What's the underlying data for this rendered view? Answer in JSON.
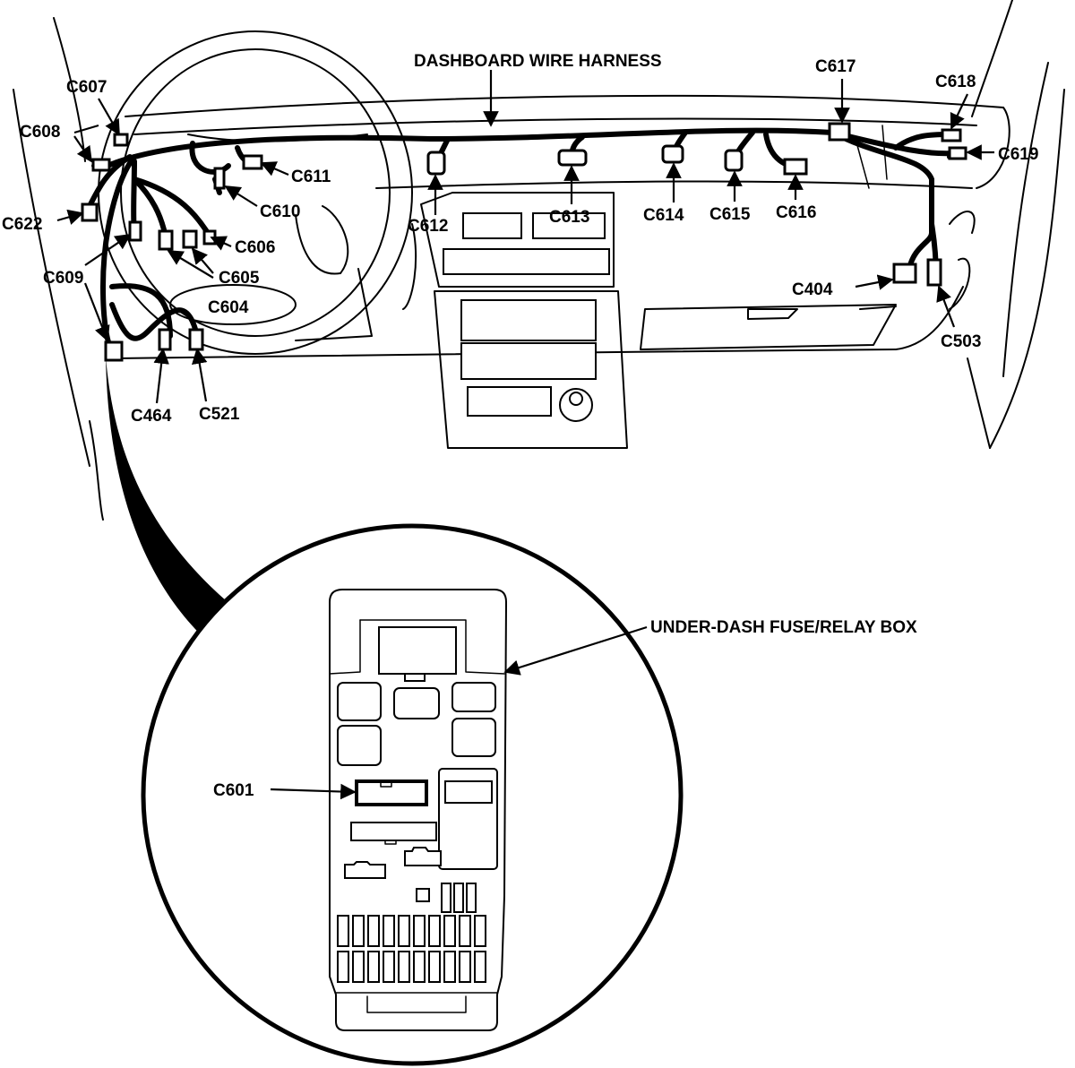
{
  "harness_label": "DASHBOARD WIRE HARNESS",
  "fuse_box_label": "UNDER-DASH FUSE/RELAY BOX",
  "connectors": {
    "c607": "C607",
    "c608": "C608",
    "c622": "C622",
    "c609": "C609",
    "c611": "C611",
    "c610": "C610",
    "c606": "C606",
    "c605": "C605",
    "c604": "C604",
    "c464": "C464",
    "c521": "C521",
    "c612": "C612",
    "c613": "C613",
    "c614": "C614",
    "c615": "C615",
    "c616": "C616",
    "c617": "C617",
    "c618": "C618",
    "c619": "C619",
    "c404": "C404",
    "c503": "C503",
    "c601": "C601"
  }
}
